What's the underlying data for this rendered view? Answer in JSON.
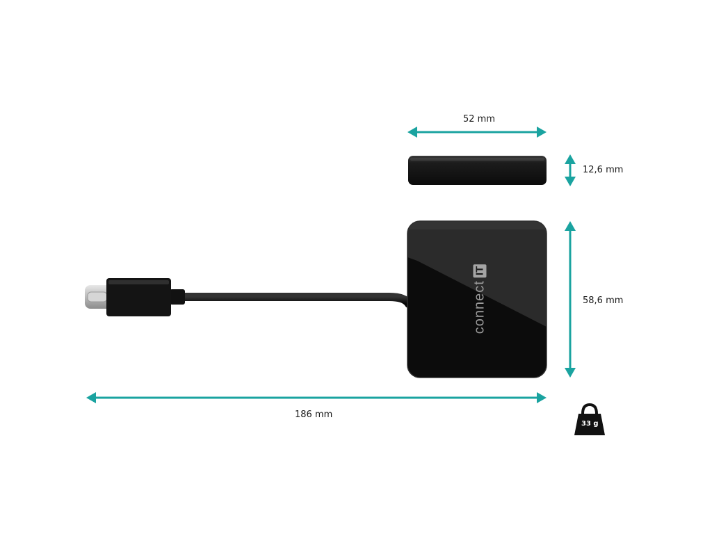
{
  "product": {
    "brand_word": "connect",
    "brand_mark": "IT"
  },
  "dimensions": {
    "width": "52 mm",
    "height": "12,6 mm",
    "depth": "58,6 mm",
    "length": "186 mm"
  },
  "weight": {
    "label": "33 g"
  },
  "colors": {
    "arrow": "#1aa3a0",
    "device_body": "#111111",
    "label_text": "#1a1a1a"
  }
}
